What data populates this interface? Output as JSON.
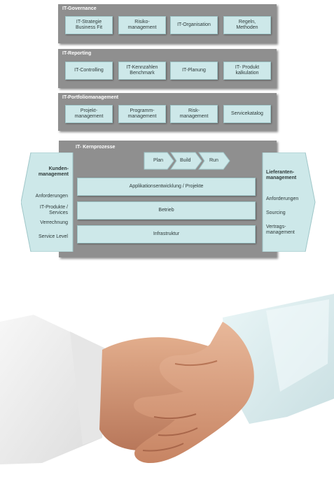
{
  "governance": {
    "title": "IT-Governance",
    "items": [
      "IT-Strategie\nBusiness Fit",
      "Risiko-\nmanagement",
      "IT-Organisation",
      "Regeln,\nMethoden"
    ]
  },
  "reporting": {
    "title": "IT-Reporting",
    "items": [
      "IT-Controlling",
      "IT-Kennzahlen\nBenchmark",
      "IT-Planung",
      "IT- Produkt\nkalkulation"
    ]
  },
  "portfolio": {
    "title": "IT-Portfoliomanagement",
    "items": [
      "Projekt-\nmanagement",
      "Programm-\nmanagement",
      "Risk-\nmanagement",
      "Servicekatalog"
    ]
  },
  "kernprozesse": {
    "title": "IT- Kernprozesse",
    "phases": [
      "Plan",
      "Build",
      "Run"
    ],
    "bars": [
      "Applikationsentwicklung / Projekte",
      "Betrieb",
      "Infrastruktur"
    ]
  },
  "kunden": {
    "title": "Kunden-\nmanagement",
    "items": [
      "Anforderungen",
      "IT-Produkte /\nServices",
      "Verrechnung",
      "Service Level"
    ]
  },
  "lieferanten": {
    "title": "Lieferanten-\nmanagement",
    "items": [
      "Anforderungen",
      "Sourcing",
      "Vertrags-\nmanagement"
    ]
  },
  "colors": {
    "panel": "#8f8f8f",
    "cell": "#cde8e9",
    "skin": "#d79a78",
    "sleeve_left": "#f3f3f3",
    "sleeve_right": "#dff0f2"
  }
}
